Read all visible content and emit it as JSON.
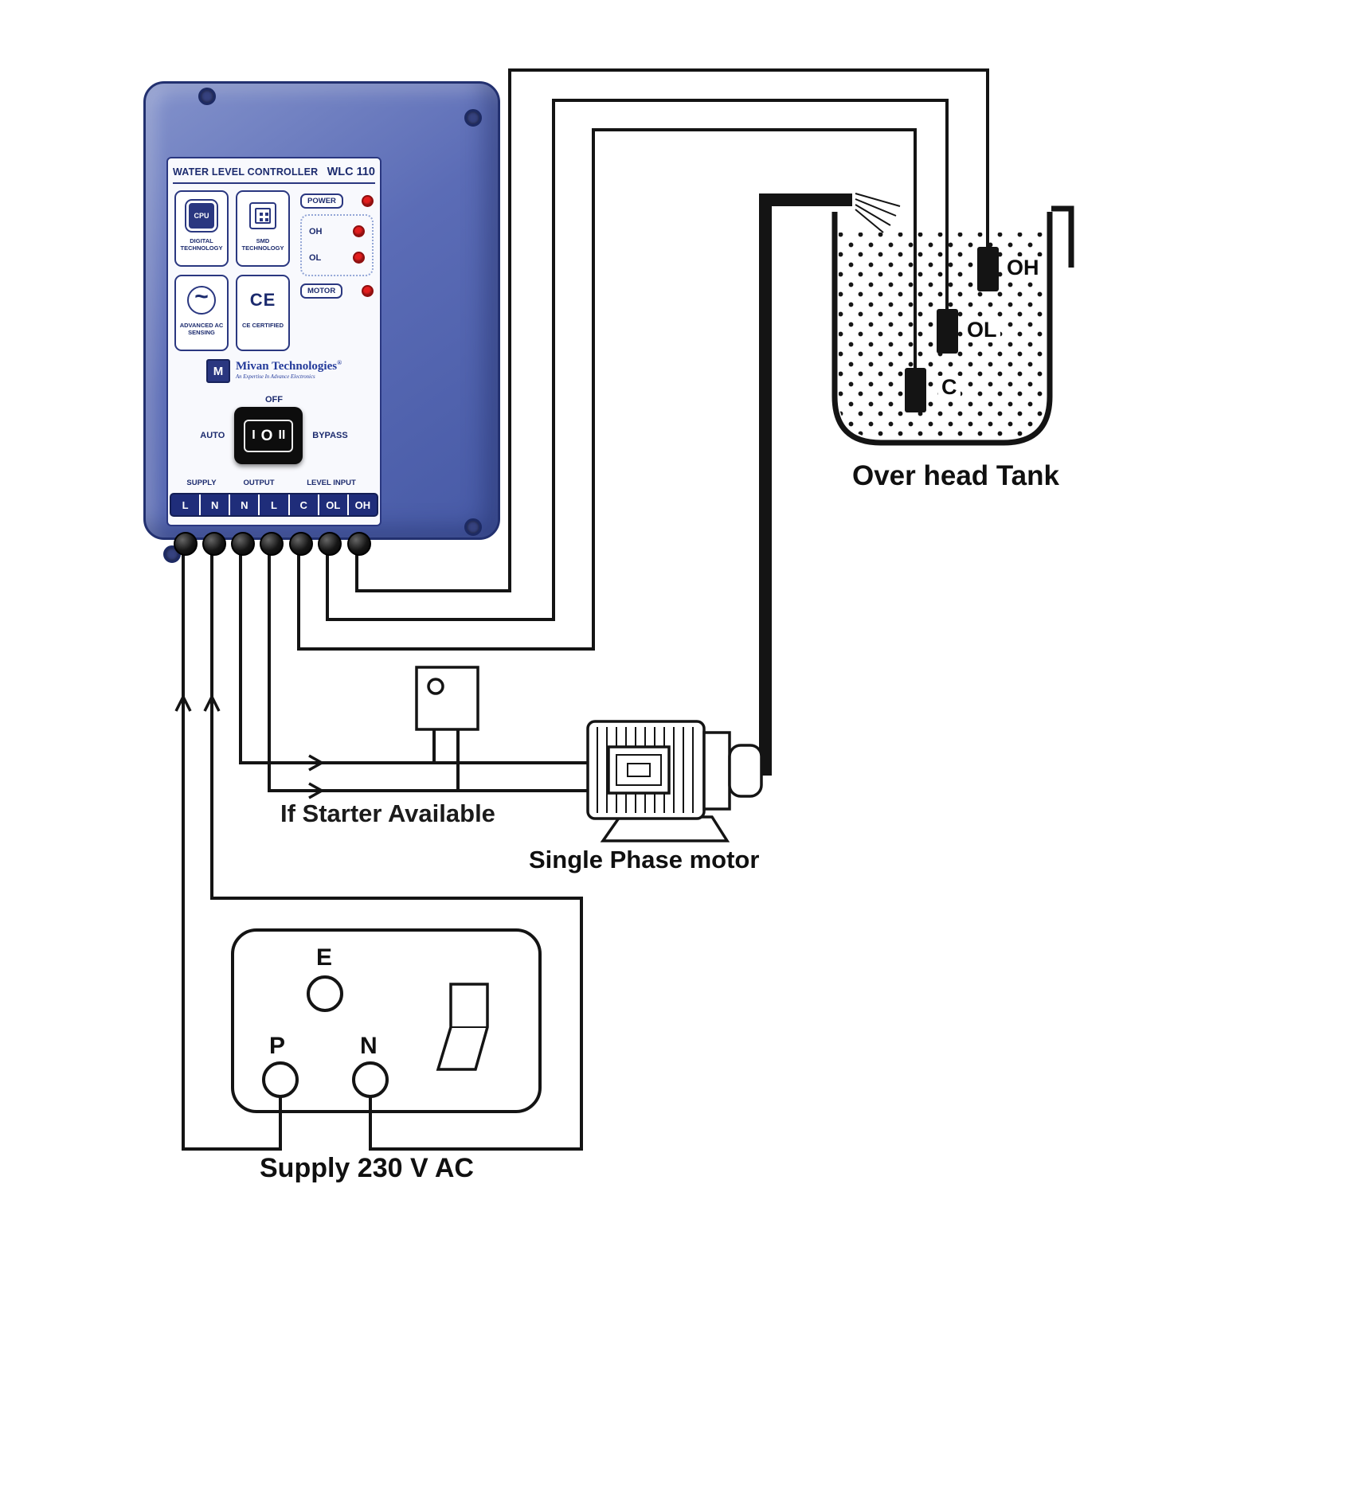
{
  "colors": {
    "body_blue": "#5b6cb6",
    "navy": "#1c2b6e",
    "panel": "#f8f9fd",
    "led_red": "#e31e1e",
    "wire": "#141414"
  },
  "controller": {
    "title": "WATER LEVEL CONTROLLER",
    "model": "WLC 110",
    "features": [
      {
        "label": "DIGITAL TECHNOLOGY",
        "icon": "cpu-chip-icon",
        "glyph": "CPU"
      },
      {
        "label": "SMD TECHNOLOGY",
        "icon": "smd-chip-icon",
        "glyph": ""
      },
      {
        "label": "ADVANCED AC SENSING",
        "icon": "sine-wave-icon",
        "glyph": "~"
      },
      {
        "label": "CE CERTIFIED",
        "icon": "ce-mark-icon",
        "glyph": "CE"
      }
    ],
    "leds": {
      "power": "POWER",
      "oh": "OH",
      "ol": "OL",
      "motor": "MOTOR"
    },
    "brand": {
      "mark": "M",
      "name": "Mivan Technologies",
      "reg": "®",
      "tagline": "An Expertise In Advance Electronics"
    },
    "mode_switch": {
      "off": "OFF",
      "auto": "AUTO",
      "bypass": "BYPASS",
      "pos1": "I",
      "pos2": "O",
      "pos3": "II"
    },
    "terminal_groups": {
      "supply": "SUPPLY",
      "output": "OUTPUT",
      "level": "LEVEL INPUT"
    },
    "terminals": [
      "L",
      "N",
      "N",
      "L",
      "C",
      "OL",
      "OH"
    ]
  },
  "tank": {
    "label": "Over head Tank",
    "sensor_oh": "OH",
    "sensor_ol": "OL",
    "sensor_c": "C"
  },
  "captions": {
    "starter": "If Starter Available",
    "motor": "Single Phase motor",
    "supply": "Supply 230 V AC"
  },
  "socket": {
    "pin_e": "E",
    "pin_p": "P",
    "pin_n": "N"
  }
}
